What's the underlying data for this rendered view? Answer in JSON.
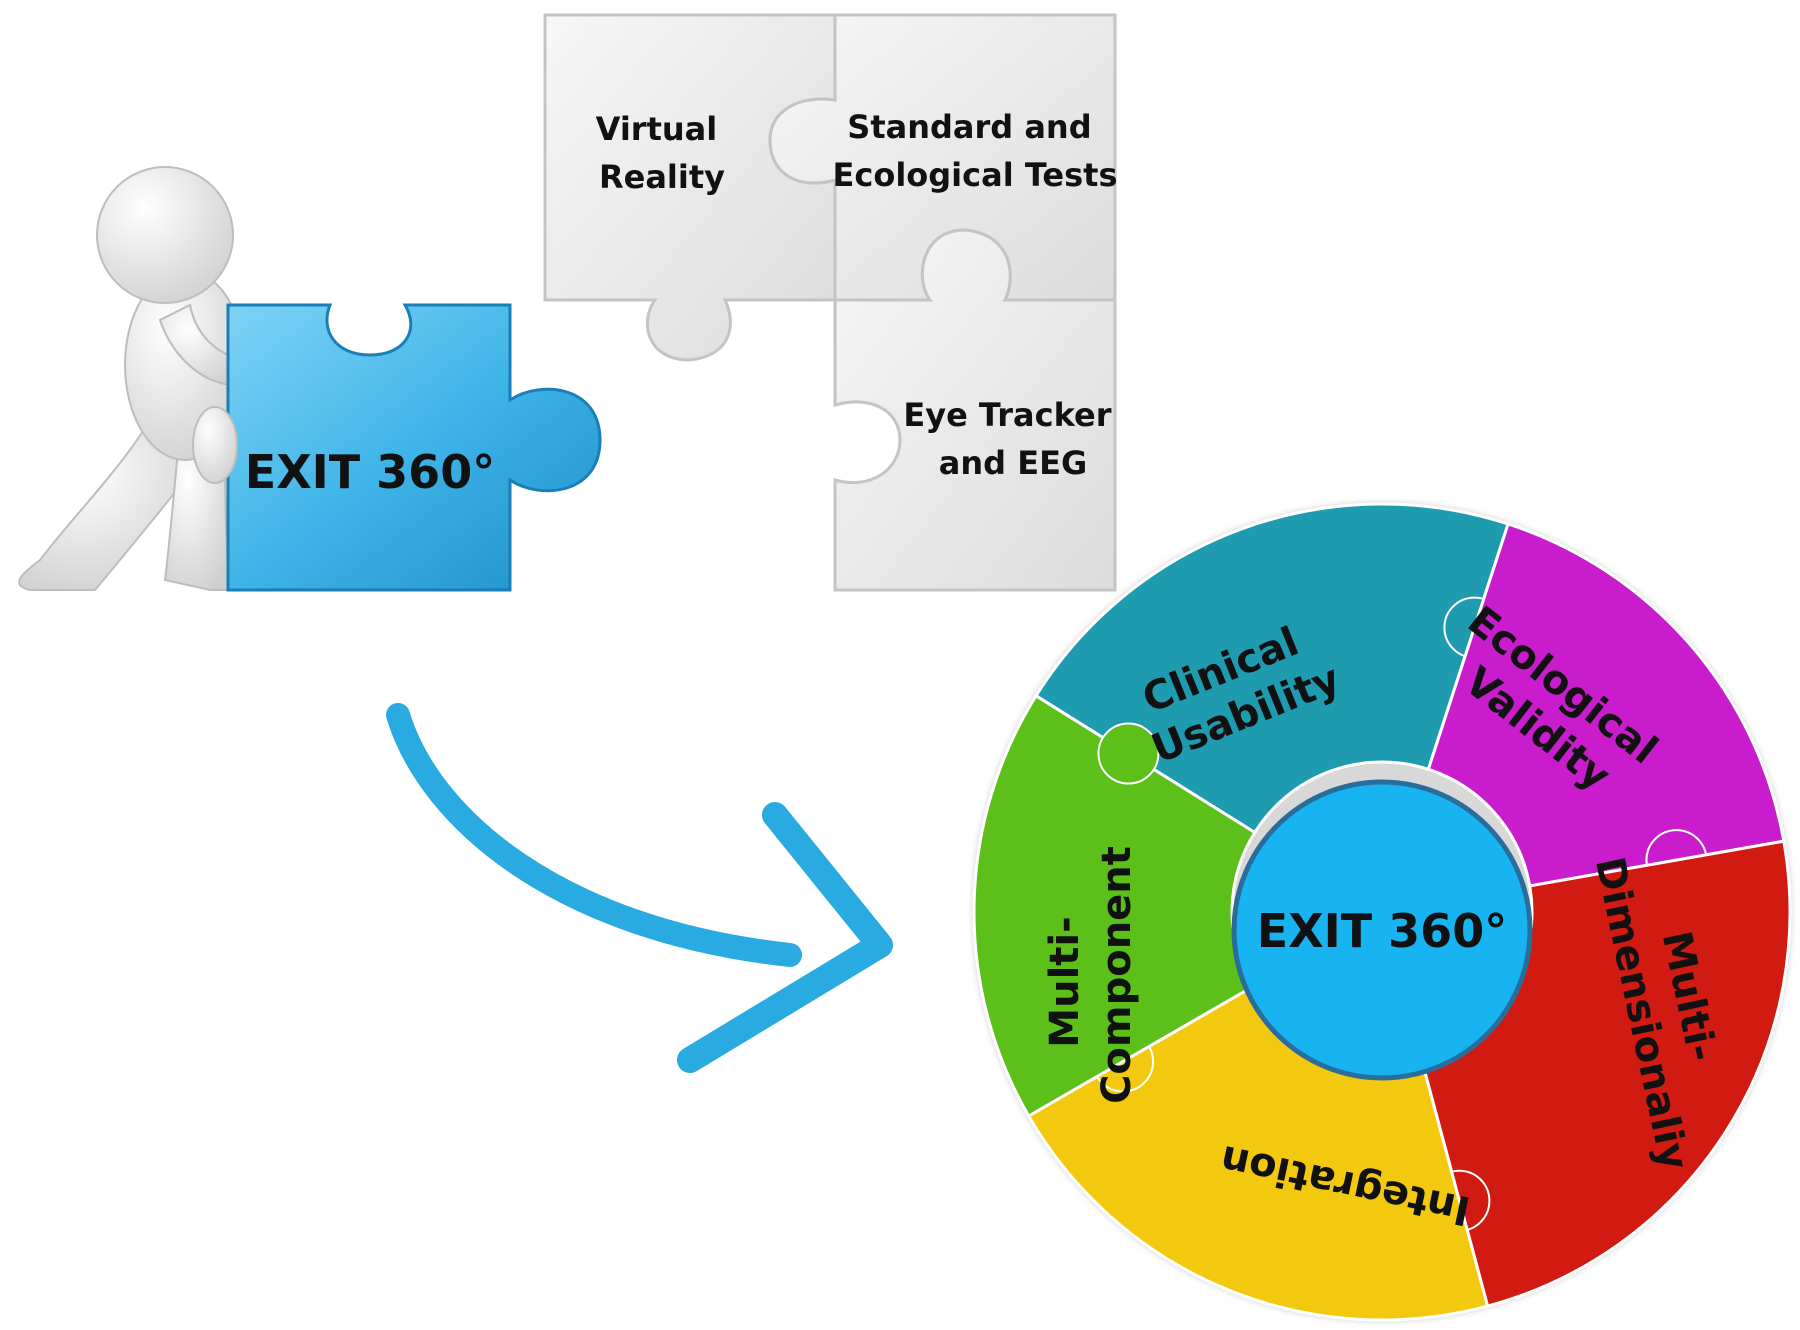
{
  "puzzle": {
    "person_piece_label": "EXIT 360°",
    "pieces": [
      {
        "lines": [
          "Virtual",
          "Reality"
        ]
      },
      {
        "lines": [
          "Standard and",
          "Ecological Tests"
        ]
      },
      {
        "lines": [
          "Eye Tracker",
          "and EEG"
        ]
      }
    ]
  },
  "wheel": {
    "center_label": "EXIT 360°",
    "segments": [
      {
        "lines": [
          "Clinical",
          "Usability"
        ],
        "color": "#1f9bb0"
      },
      {
        "lines": [
          "Ecological",
          "Validity"
        ],
        "color": "#c81ccd"
      },
      {
        "lines": [
          "Multi-",
          "Dimensionaliy"
        ],
        "color": "#d01a12"
      },
      {
        "lines": [
          "Integration"
        ],
        "color": "#f3c90f"
      },
      {
        "lines": [
          "Multi-",
          "Component"
        ],
        "color": "#5cbf1a"
      }
    ]
  },
  "colors": {
    "accent_blue": "#29abe2",
    "center_blue": "#18b4f2",
    "piece_gray": "#eaeaea"
  }
}
